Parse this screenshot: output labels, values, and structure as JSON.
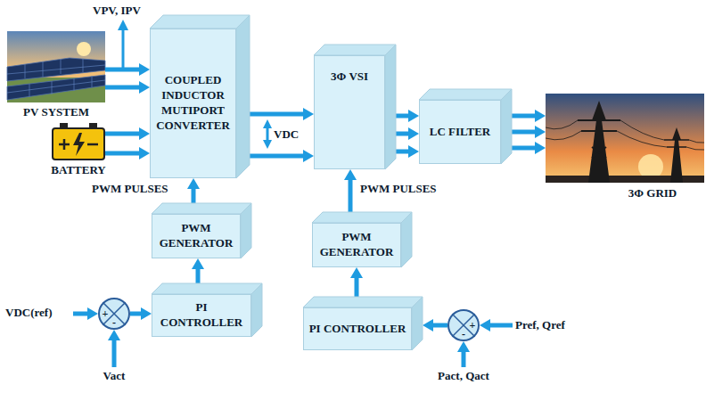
{
  "diagram": {
    "nodes": [
      {
        "text": [
          "PV SYSTEM"
        ]
      },
      {
        "text": [
          "COUPLED INDUCTOR MUTIPORT CONVERTER"
        ]
      },
      {
        "text": [
          "3Φ VSI"
        ]
      },
      {
        "text": [
          "LC FILTER"
        ]
      },
      {
        "text": [
          "3Φ GRID"
        ]
      },
      {
        "text": [
          "BATTERY"
        ]
      },
      {
        "text": [
          "PWM GENERATOR"
        ]
      },
      {
        "text": [
          "PWM GENERATOR"
        ]
      },
      {
        "text": [
          "+",
          "-"
        ]
      },
      {
        "text": [
          "PI CONTROLLER"
        ]
      },
      {
        "text": [
          "PI CONTROLLER"
        ]
      },
      {
        "text": [
          "+",
          "-"
        ]
      }
    ],
    "edges": [
      {
        "from": 0,
        "to": 1,
        "arrow": "to"
      },
      {
        "from": 0,
        "to": 1,
        "arrow": "to"
      },
      {
        "from": 5,
        "to": 1,
        "arrow": "to"
      },
      {
        "from": 5,
        "to": 1,
        "arrow": "to"
      },
      {
        "from": 1,
        "to": 2,
        "arrow": "to"
      },
      {
        "from": 1,
        "to": 2,
        "arrow": "to"
      },
      {
        "from": 2,
        "to": 3,
        "arrow": "to"
      },
      {
        "from": 2,
        "to": 3,
        "arrow": "to"
      },
      {
        "from": 2,
        "to": 3,
        "arrow": "to"
      },
      {
        "from": 3,
        "to": 4,
        "arrow": "to"
      },
      {
        "from": 3,
        "to": 4,
        "arrow": "to"
      },
      {
        "from": 3,
        "to": 4,
        "arrow": "to"
      },
      {
        "from": 6,
        "to": 1,
        "arrow": "to"
      },
      {
        "from": 7,
        "to": 2,
        "arrow": "to"
      },
      {
        "from": 9,
        "to": 6,
        "arrow": "to"
      },
      {
        "from": 10,
        "to": 7,
        "arrow": "to"
      },
      {
        "from": 8,
        "to": 9,
        "arrow": "to"
      },
      {
        "from": 11,
        "to": 10,
        "arrow": "to"
      }
    ],
    "labels": [
      "VPV, IPV",
      "VDC",
      "PWM PULSES",
      "PWM PULSES",
      "VDC(ref)",
      "Vact",
      "Pref, Qref",
      "Pact, Qact"
    ]
  }
}
